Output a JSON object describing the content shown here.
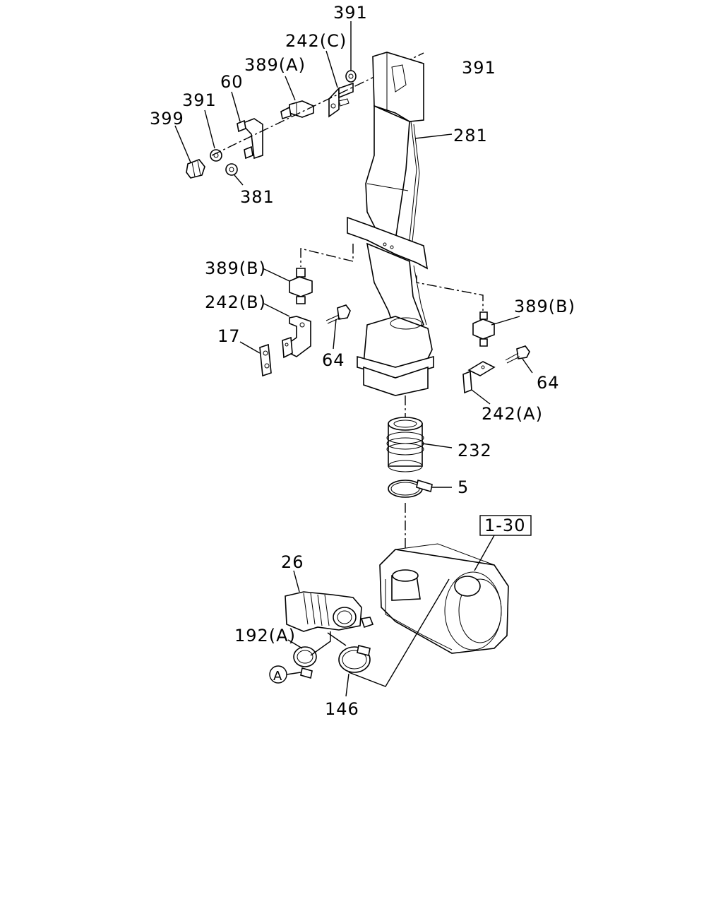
{
  "callouts": {
    "c391_top": "391",
    "c242c": "242(C)",
    "c391_right": "391",
    "c389a": "389(A)",
    "c60": "60",
    "c391_left": "391",
    "c399": "399",
    "c381": "381",
    "c281": "281",
    "c389b_left": "389(B)",
    "c242b": "242(B)",
    "c17": "17",
    "c64_left": "64",
    "c389b_right": "389(B)",
    "c64_right": "64",
    "c242a": "242(A)",
    "c232": "232",
    "c5": "5",
    "c1_30": "1-30",
    "c26": "26",
    "c192a": "192(A)",
    "cA": "A",
    "c146": "146"
  }
}
